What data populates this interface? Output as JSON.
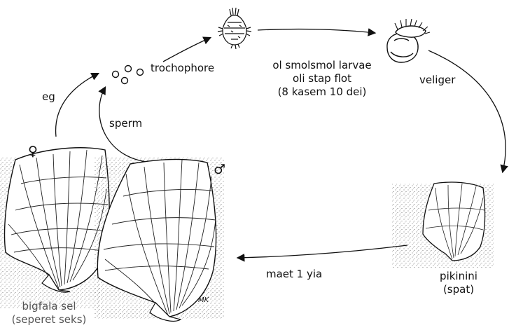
{
  "labels": {
    "trochophore": "trochophore",
    "larvae_line1": "ol smolsmol larvae",
    "larvae_line2": "oli stap flot",
    "larvae_line3": "(8 kasem 10 dei)",
    "veliger": "veliger",
    "eg": "eg",
    "sperm": "sperm",
    "female_symbol": "♀",
    "male_symbol": "♂",
    "maet": "maet 1 yia",
    "spat_line1": "pikinini",
    "spat_line2": "(spat)",
    "adult_line1": "bigfala sel",
    "adult_line2": "(seperet seks)",
    "signature": "MK"
  },
  "colors": {
    "ink": "#111111",
    "caption_grey": "#555555"
  }
}
